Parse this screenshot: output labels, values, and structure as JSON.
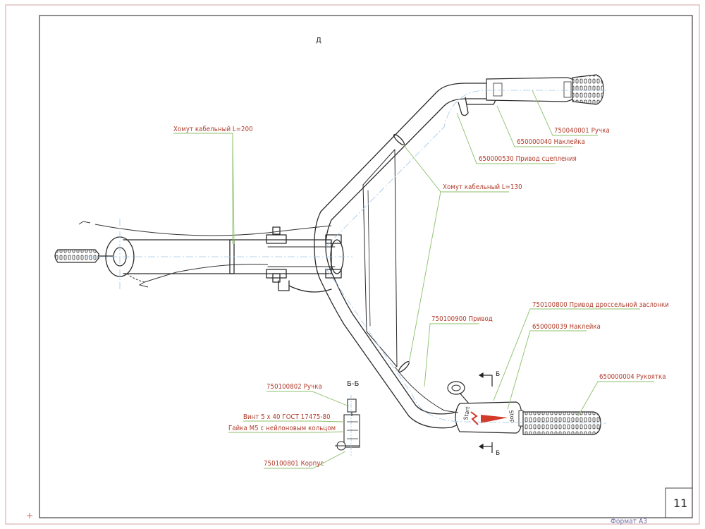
{
  "view_letter": "Д",
  "section_title": "Б-Б",
  "section_mark": "Б",
  "sheet_number": "11",
  "format_label": "Формат А3",
  "callouts": [
    {
      "id": "cable_tie_200",
      "text": "Хомут кабельный  L=200"
    },
    {
      "id": "handle_750040001",
      "text": "750040001  Ручка"
    },
    {
      "id": "sticker_650000040",
      "text": "650000040  Наклейка"
    },
    {
      "id": "clutch_drive",
      "text": "650000530  Привод сцепления"
    },
    {
      "id": "cable_tie_130",
      "text": "Хомут кабельный  L=130"
    },
    {
      "id": "throttle_drive",
      "text": "750100800  Привод дроссельной заслонки"
    },
    {
      "id": "drive_750100900",
      "text": "750100900  Привод"
    },
    {
      "id": "sticker_650000039",
      "text": "650000039  Наклейка"
    },
    {
      "id": "grip_650000004",
      "text": "650000004  Рукоятка"
    },
    {
      "id": "handle_750100802",
      "text": "750100802  Ручка"
    },
    {
      "id": "screw",
      "text": "Винт 5 х 40  ГОСТ 17475-80"
    },
    {
      "id": "nut",
      "text": "Гайка М5  с нейлоновым кольцом"
    },
    {
      "id": "body_750100801",
      "text": "750100801  Корпус"
    }
  ],
  "switch_labels": {
    "start": "Start",
    "stop": "Stop"
  },
  "colors": {
    "callout_text": "#b03a2a",
    "leader_line": "#8cbf6a",
    "center_line": "#9fc6ea",
    "frame": "#c88a8a",
    "drawing": "#2a2a2a"
  }
}
